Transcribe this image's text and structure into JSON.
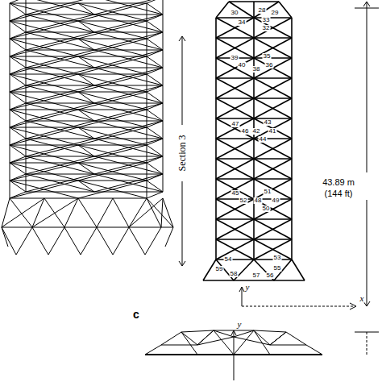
{
  "diagram": {
    "labels": [
      "30",
      "28",
      "29",
      "34",
      "33",
      "32",
      "39",
      "35",
      "40",
      "38",
      "36",
      "47",
      "43",
      "46",
      "42",
      "41",
      "44",
      "45",
      "51",
      "52",
      "48",
      "49",
      "50",
      "54",
      "53",
      "59",
      "58",
      "55",
      "57",
      "56",
      "Section 3",
      "43.89 m",
      "(144 ft)",
      "x",
      "y",
      "c",
      "y"
    ]
  }
}
